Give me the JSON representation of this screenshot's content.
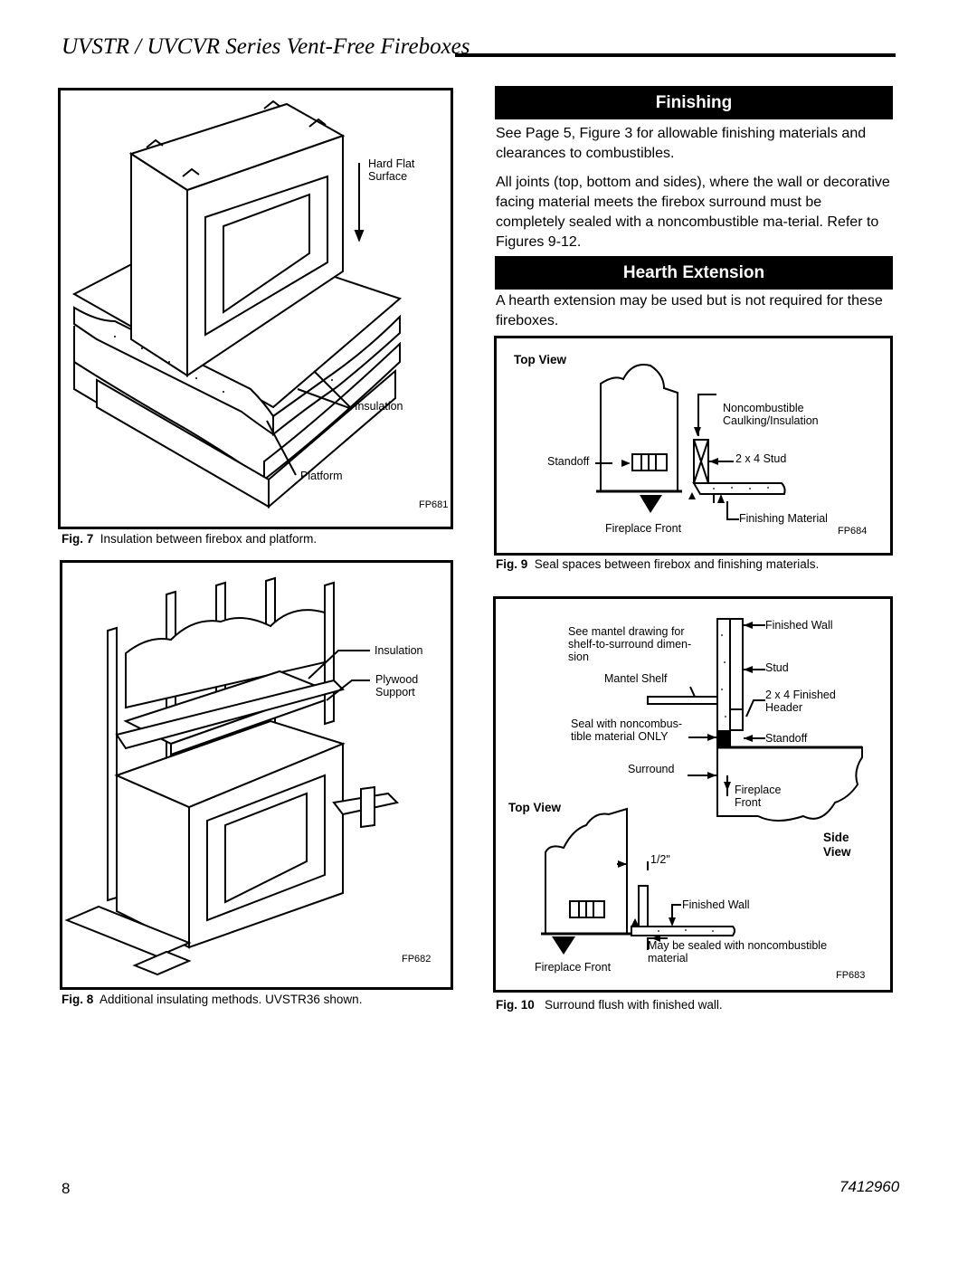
{
  "header": {
    "title": "UVSTR / UVCVR Series Vent-Free Fireboxes"
  },
  "fig7": {
    "labels": {
      "hard_flat_surface_1": "Hard Flat",
      "hard_flat_surface_2": "Surface",
      "insulation": "Insulation",
      "platform": "Platform",
      "code": "FP681"
    },
    "caption_num": "Fig. 7",
    "caption_text": "Insulation between firebox and platform."
  },
  "fig8": {
    "labels": {
      "insulation": "Insulation",
      "plywood_1": "Plywood",
      "plywood_2": "Support",
      "code": "FP682"
    },
    "caption_num": "Fig. 8",
    "caption_text": "Additional insulating methods. UVSTR36 shown."
  },
  "finishing": {
    "heading": "Finishing",
    "para1": "See Page 5, Figure 3 for allowable finishing materials and clearances to combustibles.",
    "para2": "All joints (top, bottom and sides), where the wall or decorative facing material meets the firebox surround must be completely sealed with a noncombustible ma-terial. Refer to Figures 9-12."
  },
  "hearth": {
    "heading": "Hearth Extension",
    "para1": "A hearth extension may be used but is not required for these fireboxes."
  },
  "fig9": {
    "labels": {
      "top_view": "Top View",
      "noncombustible_1": "Noncombustible",
      "noncombustible_2": "Caulking/Insulation",
      "standoff": "Standoff",
      "stud": "2 x 4 Stud",
      "fireplace_front": "Fireplace Front",
      "finishing_material": "Finishing Material",
      "code": "FP684"
    },
    "caption_num": "Fig. 9",
    "caption_text": "Seal spaces between firebox and finishing materials."
  },
  "fig10": {
    "labels": {
      "see_mantel_1": "See mantel drawing for",
      "see_mantel_2": "shelf-to-surround dimen-",
      "see_mantel_3": "sion",
      "finished_wall": "Finished Wall",
      "stud": "Stud",
      "mantel_shelf": "Mantel Shelf",
      "header_1": "2 x 4 Finished",
      "header_2": "Header",
      "seal_1": "Seal with noncombus-",
      "seal_2": "tible material ONLY",
      "standoff": "Standoff",
      "surround": "Surround",
      "fireplace_front_1": "Fireplace",
      "fireplace_front_2": "Front",
      "top_view": "Top View",
      "side": "Side",
      "view": "View",
      "half_inch": "1/2\"",
      "finished_wall_2": "Finished Wall",
      "sealed_1": "May be sealed with noncombustible",
      "sealed_2": "material",
      "fireplace_front_b": "Fireplace Front",
      "code": "FP683"
    },
    "caption_num": "Fig. 10",
    "caption_text": "Surround flush with finished wall."
  },
  "footer": {
    "page": "8",
    "doc": "7412960"
  }
}
